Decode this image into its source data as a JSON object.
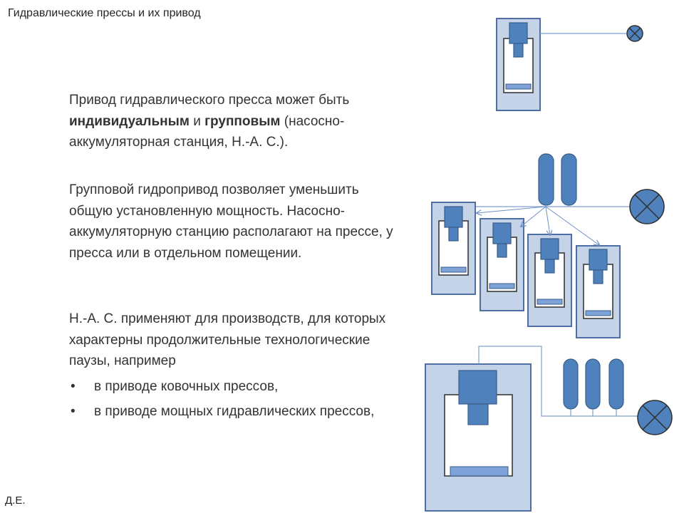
{
  "header": {
    "title": "Гидравлические прессы и их привод"
  },
  "paragraph1": {
    "part1": "Привод гидравлического пресса может быть ",
    "bold1": "индивидуальным",
    "part2": " и ",
    "bold2": "групповым",
    "part3": " (насосно-аккумуляторная станция, Н.-А. С.)."
  },
  "paragraph2": {
    "text": "Групповой гидропривод позволяет уменьшить общую установленную мощность. Насосно-аккумуляторную станцию располагают на прессе, у пресса или в отдельном помещении."
  },
  "paragraph3": {
    "text": "Н.-А. С. применяют для производств, для которых характерны продолжительные технологические паузы, например",
    "bullet_symbol": "•",
    "bullets": [
      "в приводе ковочных прессов,",
      "в приводе мощных гидравлических прессов,"
    ]
  },
  "footer": {
    "author": "Д.Е."
  },
  "colors": {
    "frame_fill": "#c5d3e8",
    "frame_stroke": "#4f6fa3",
    "cylinder_fill": "#4f81bd",
    "cylinder_stroke": "#385d8a",
    "line": "#7f9fcf",
    "arrow": "#6f8fc7"
  }
}
